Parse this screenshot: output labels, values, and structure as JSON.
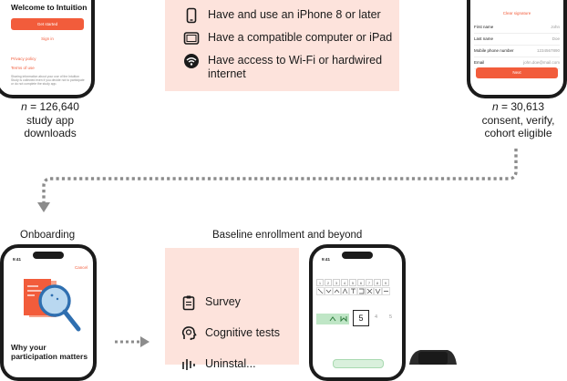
{
  "phone_welcome": {
    "title": "Welcome to Intuition",
    "get_started": "Get started",
    "sign_in": "Sign in",
    "privacy_link": "Privacy policy",
    "terms_link": "Terms of use",
    "fine_print": "Sharing information about your use of the Intuition Study is collected even if you decide not to participate or do not complete the study app."
  },
  "requirements": [
    {
      "icon": "smartphone-icon",
      "text": "Have and use an iPhone 8 or later"
    },
    {
      "icon": "tablet-icon",
      "text": "Have a compatible computer or iPad"
    },
    {
      "icon": "wifi-icon",
      "text": "Have access to Wi-Fi or hardwired internet"
    }
  ],
  "phone_consent": {
    "clear_signature": "Clear signature",
    "fields": [
      {
        "label": "First name",
        "value": "John"
      },
      {
        "label": "Last name",
        "value": "Doe"
      },
      {
        "label": "Mobile phone number",
        "value": "1234567890"
      },
      {
        "label": "Email",
        "value": "john.doe@mail.com"
      }
    ],
    "next_button": "Next"
  },
  "caption_downloads": {
    "n": "n",
    "count": " = 126,640",
    "line2": "study app",
    "line3": "downloads"
  },
  "caption_eligible": {
    "n": "n",
    "count": " = 30,613",
    "line2": "consent, verify,",
    "line3": "cohort eligible"
  },
  "onboarding": {
    "heading": "Onboarding",
    "status_time": "9:41",
    "cancel": "Cancel",
    "screen_title_1": "Why your",
    "screen_title_2": "participation matters"
  },
  "baseline": {
    "heading": "Baseline enrollment and beyond",
    "items": [
      {
        "icon": "clipboard-icon",
        "text": "Survey"
      },
      {
        "icon": "brain-head-icon",
        "text": "Cognitive tests"
      },
      {
        "icon": "activity-icon",
        "text": "Uninstal..."
      }
    ]
  },
  "cognitive_phone": {
    "status_time": "9:41",
    "digits": [
      "1",
      "2",
      "3",
      "4",
      "5",
      "6",
      "7",
      "8",
      "9"
    ],
    "current": "5",
    "next_a": "4",
    "next_b": "5"
  },
  "colors": {
    "accent": "#f25c3b",
    "pink_panel": "#fde3dc",
    "arrow_gray": "#8c8c8c",
    "green_cell": "#bfe6c6"
  }
}
